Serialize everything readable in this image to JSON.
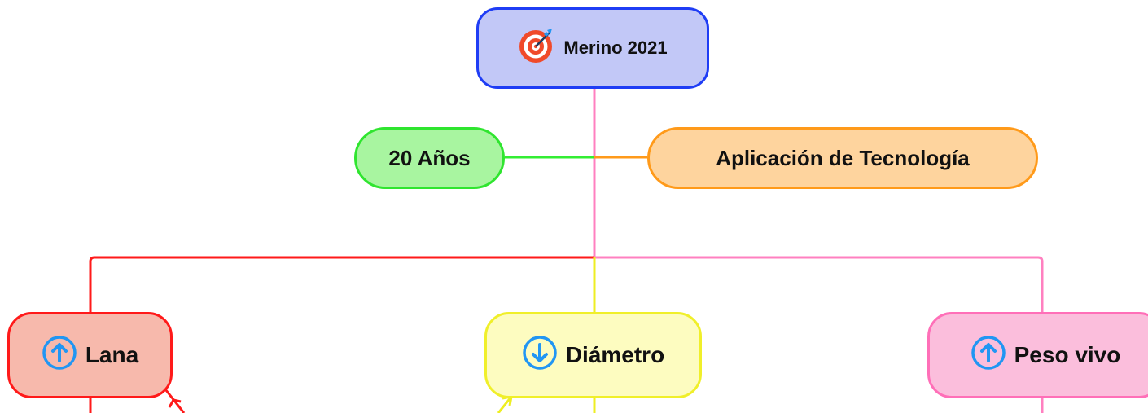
{
  "diagram": {
    "root": {
      "label": "Merino 2021",
      "icon": "target-icon",
      "fill": "#c2c8f7",
      "border": "#1f3df5"
    },
    "side_nodes": [
      {
        "label": "20 Años",
        "fill": "#a8f5a0",
        "border": "#2fe52f"
      },
      {
        "label": "Aplicación de Tecnología",
        "fill": "#fed49e",
        "border": "#ff9a1a"
      }
    ],
    "children": [
      {
        "label": "Lana",
        "icon": "arrow-up-icon",
        "fill": "#f7b9ac",
        "border": "#ff1a1a"
      },
      {
        "label": "Diámetro",
        "icon": "arrow-down-icon",
        "fill": "#fdfcc0",
        "border": "#f0ef2a"
      },
      {
        "label": "Peso vivo",
        "icon": "arrow-up-icon",
        "fill": "#fbbedc",
        "border": "#ff6fb8"
      }
    ],
    "colors": {
      "connector_main": "#ff80c0",
      "connector_green": "#33ee33",
      "connector_orange": "#ff9a1a",
      "connector_red": "#ff1a1a",
      "connector_yellow": "#eeee22",
      "icon_blue": "#2196f3",
      "target_red": "#f04a2a"
    }
  }
}
